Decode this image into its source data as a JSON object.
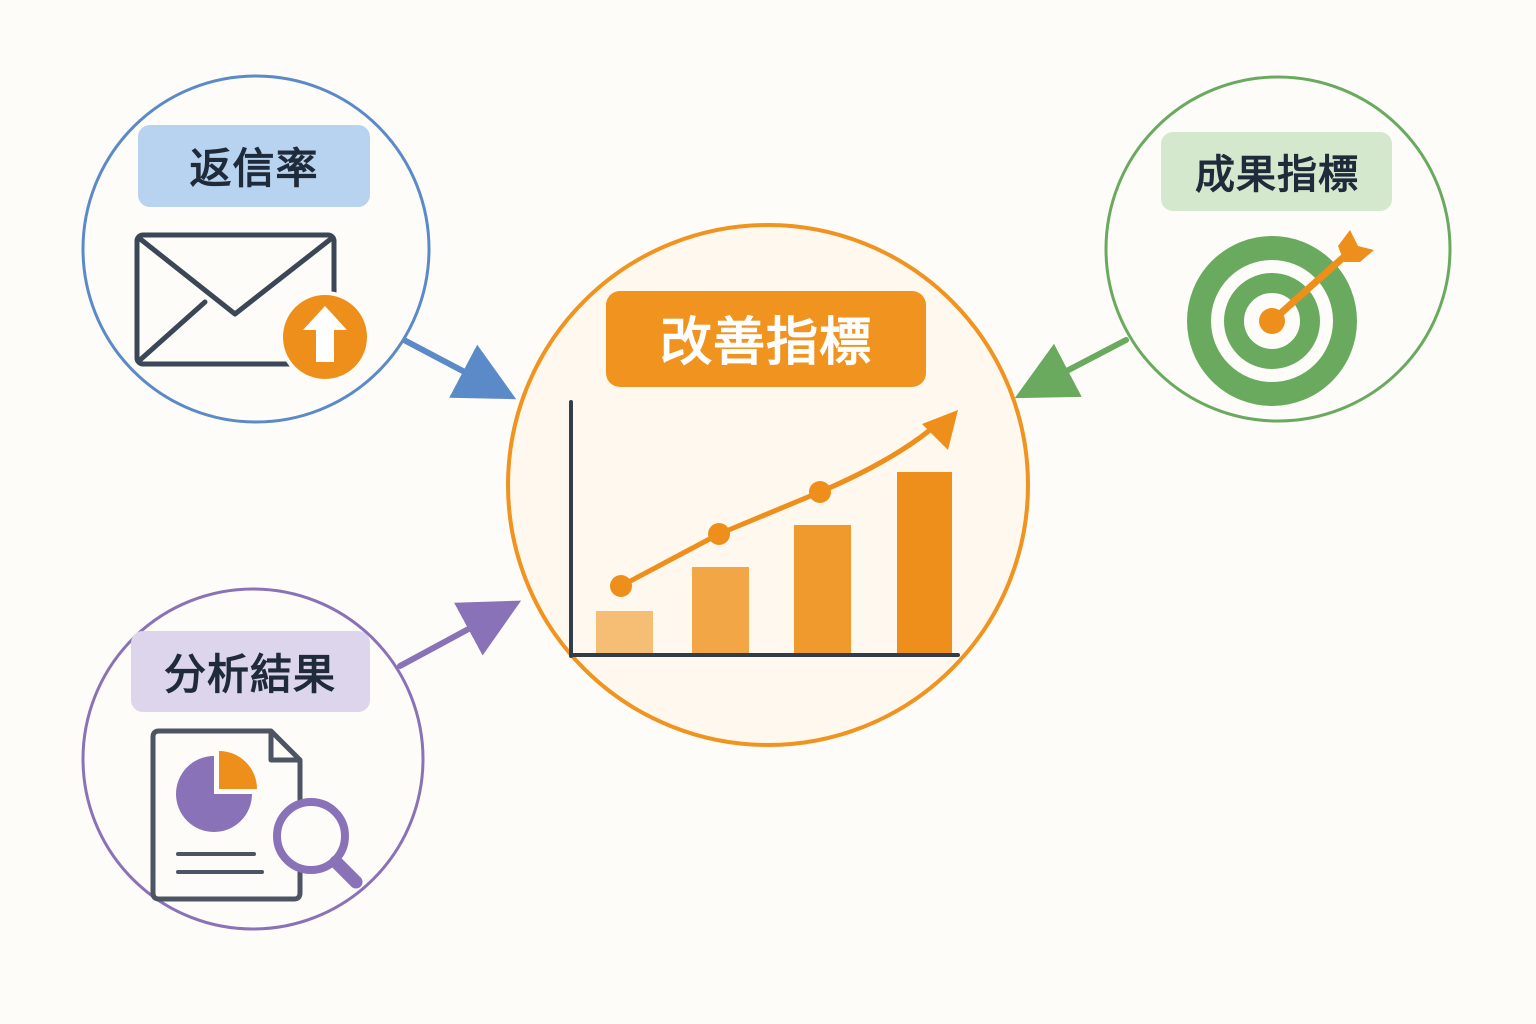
{
  "center": {
    "title": "改善指標",
    "color": "#f0931f",
    "fill": "#fff8ef",
    "chart_icon": "bar-line-growth-chart-icon"
  },
  "nodes": [
    {
      "id": "reply-rate",
      "label": "返信率",
      "color": "#5b8ac8",
      "label_bg": "#b7d3ef",
      "icon": "envelope-up-arrow-icon"
    },
    {
      "id": "analysis-results",
      "label": "分析結果",
      "color": "#8a72b8",
      "label_bg": "#dcd5ec",
      "icon": "document-pie-magnifier-icon"
    },
    {
      "id": "outcome-metrics",
      "label": "成果指標",
      "color": "#6aaa5e",
      "label_bg": "#d3e8cc",
      "icon": "target-arrow-icon"
    }
  ],
  "text_color": "#1f2a3a",
  "background": "#fdfcf8"
}
